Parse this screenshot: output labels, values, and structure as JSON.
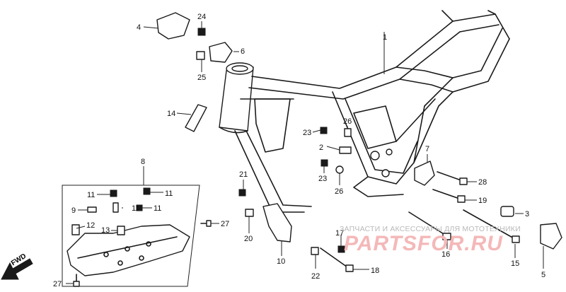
{
  "diagram": {
    "callouts": [
      "1",
      "2",
      "3",
      "4",
      "5",
      "6",
      "7",
      "8",
      "9",
      "10",
      "11",
      "11",
      "11",
      "11",
      "12",
      "13",
      "14",
      "15",
      "16",
      "17",
      "18",
      "19",
      "20",
      "21",
      "22",
      "23",
      "23",
      "24",
      "25",
      "26",
      "26",
      "27",
      "27",
      "28"
    ],
    "fwd_label": "FWD",
    "watermark_text": "ЗАПЧАСТИ И АКСЕССУАРЫ ДЛЯ МОТОТЕХНИКИ",
    "watermark_logo": "PARTSFOR.RU",
    "colors": {
      "line": "#1a1a1a",
      "watermark_text": "#b9b9b9",
      "watermark_logo": "#f4b8b8"
    }
  }
}
